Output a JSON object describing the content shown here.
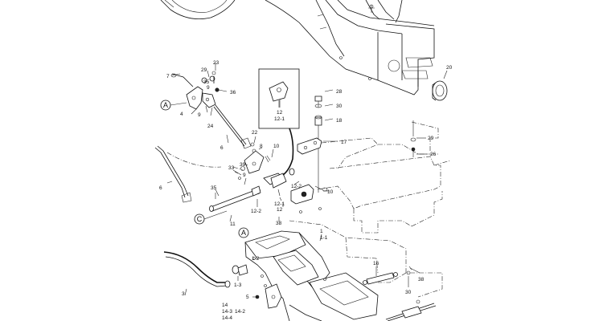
{
  "diagram": {
    "callouts": {
      "c7": "7",
      "c23": "23",
      "c29a": "29",
      "c35a": "35",
      "c9a": "9",
      "c36": "36",
      "c4": "4",
      "c24": "24",
      "c6": "6",
      "c22": "22",
      "c8": "8",
      "c10a": "10",
      "c39": "39",
      "c33": "33",
      "c9b": "9",
      "c6b": "6",
      "c35b": "35",
      "c11": "11",
      "c12_2a": "12-2",
      "c12_1a": "12-1",
      "c12a": "12",
      "c38a": "38",
      "c12_box": "12",
      "c12_1_box": "12-1",
      "c28": "28",
      "c30a": "30",
      "c18": "18",
      "c17": "17",
      "c12_2b": "12-2",
      "c10b": "10",
      "c29b": "29",
      "c26": "26",
      "c20": "20",
      "c1": "1",
      "c1_1": "1-1",
      "c1_2": "1-2",
      "c1_3": "1-3",
      "c3": "3",
      "c5": "5",
      "c14": "14",
      "c14_3": "14-3",
      "c14_4": "14-4",
      "c14_2": "14-2",
      "c16": "16",
      "c30b": "30",
      "c38b": "38"
    },
    "refs": {
      "a_top": "A",
      "a_mid": "A",
      "c_ref": "C"
    }
  }
}
